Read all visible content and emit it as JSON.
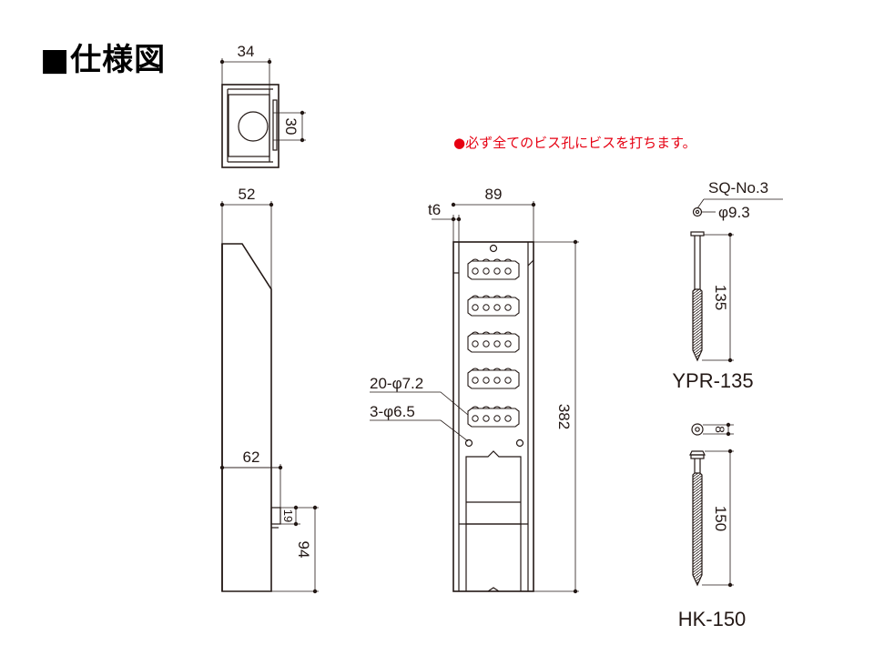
{
  "title": "■仕様図",
  "note": "●必ず全てのビス孔にビスを打ちます。",
  "colors": {
    "line": "#231815",
    "note": "#e60012",
    "body": "#ffffff"
  },
  "top_view": {
    "width": "34",
    "height": "30"
  },
  "side_view": {
    "top_width": "52",
    "bottom_width": "62",
    "tab_height": "19",
    "lower_height": "94"
  },
  "front_view": {
    "thickness": "t6",
    "width": "89",
    "height": "382",
    "hole_a": "20-φ7.2",
    "hole_b": "3-φ6.5"
  },
  "screw_ypr": {
    "head": "SQ-No.3",
    "diameter": "φ9.3",
    "length": "135",
    "name": "YPR-135"
  },
  "screw_hk": {
    "diameter": "8",
    "length": "150",
    "name": "HK-150"
  }
}
